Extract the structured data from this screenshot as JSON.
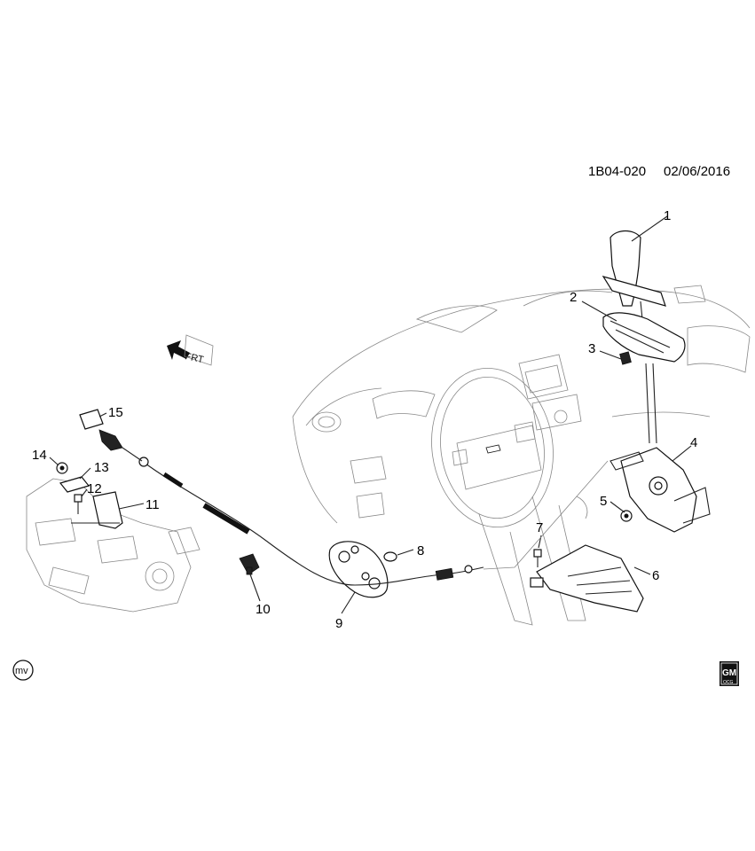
{
  "diagram": {
    "code": "1B04-020",
    "date": "02/06/2016",
    "direction_label": "FRT",
    "watermark": "mv",
    "brand_top": "GM",
    "brand_bottom": "OCG",
    "callouts": [
      "1",
      "2",
      "3",
      "4",
      "5",
      "6",
      "7",
      "8",
      "9",
      "10",
      "11",
      "12",
      "13",
      "14",
      "15"
    ]
  }
}
